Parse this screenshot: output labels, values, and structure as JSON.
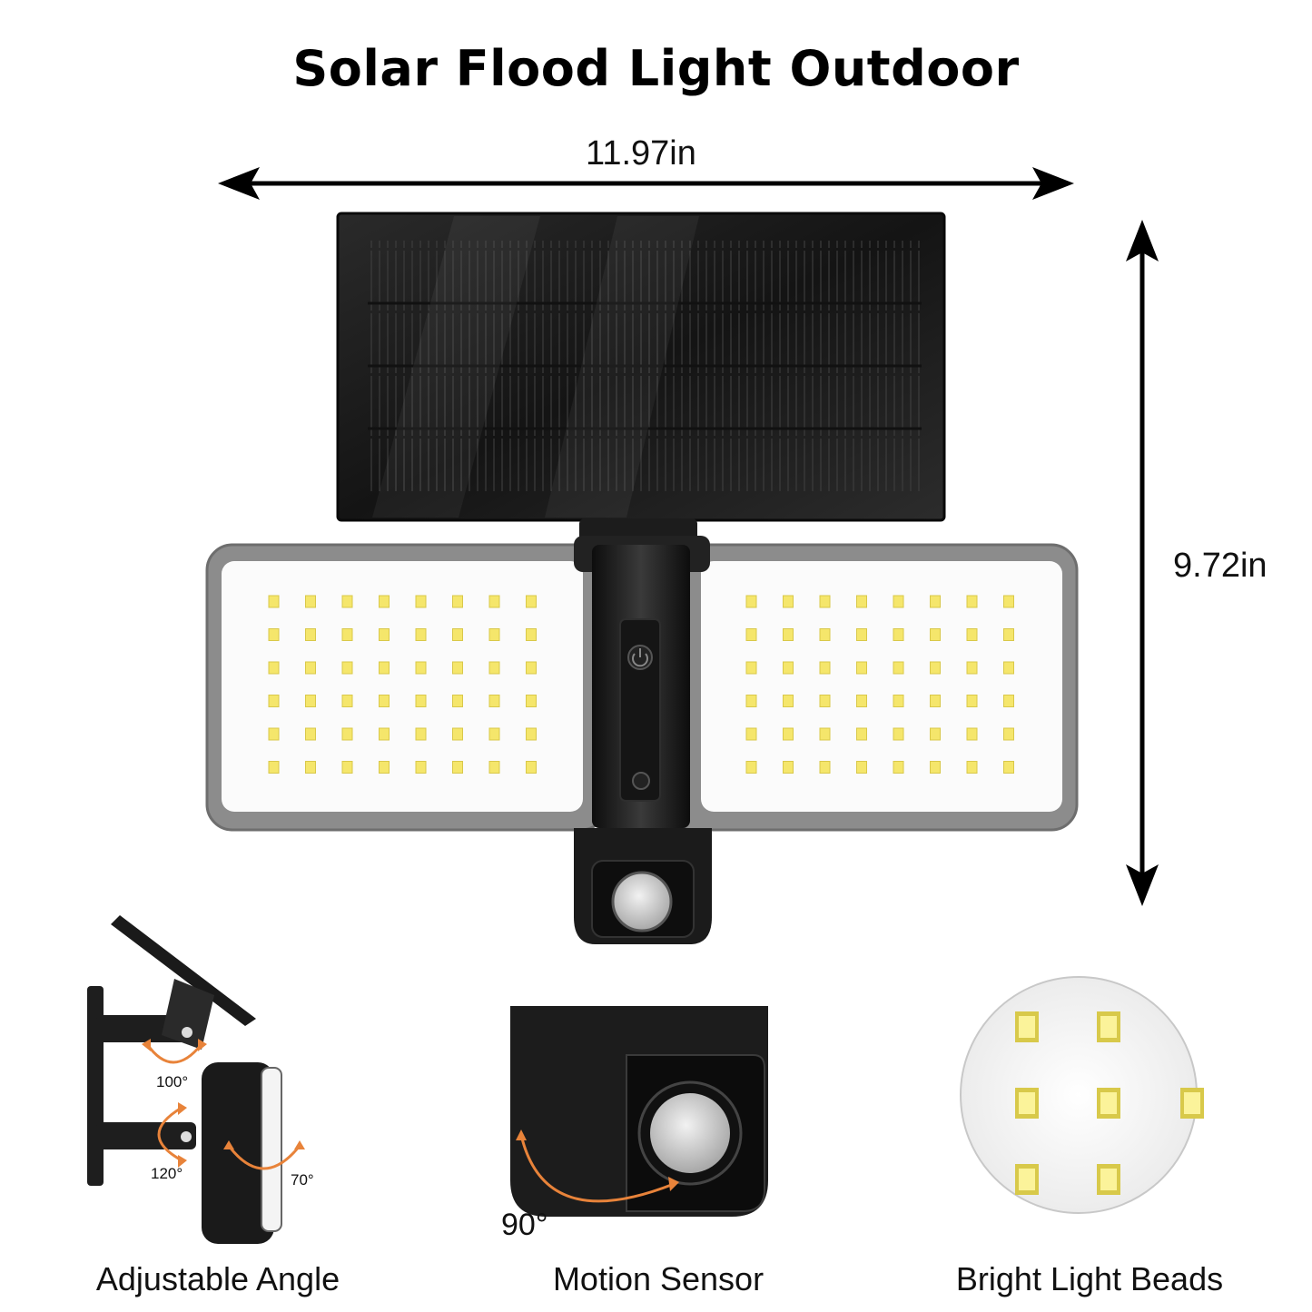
{
  "title": "Solar Flood Light Outdoor",
  "dimensions": {
    "width": "11.97in",
    "height": "9.72in"
  },
  "features": [
    {
      "label": "Adjustable Angle",
      "icon": "bracket-rotation-icon"
    },
    {
      "label": "Motion Sensor",
      "icon": "pir-sensor-icon"
    },
    {
      "label": "Bright Light Beads",
      "icon": "led-bead-icon"
    }
  ],
  "angles": {
    "panel": "100°",
    "arm": "120°",
    "head": "70°",
    "sensor": "90°"
  },
  "colors": {
    "housing": "#1a1a1a",
    "frame": "#8a8a8a",
    "led": "#f5e66b",
    "arrow": "#e8833a"
  }
}
